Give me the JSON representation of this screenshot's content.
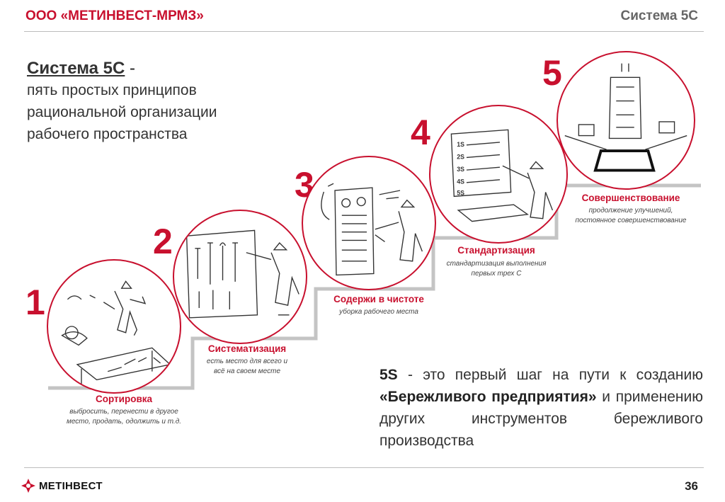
{
  "header": {
    "company": "ООО «МЕТИНВЕСТ-МРМЗ»",
    "section": "Система 5С"
  },
  "intro": {
    "title": "Система 5С",
    "dash": " -",
    "lines": [
      "пять простых принципов",
      "рациональной организации",
      "рабочего пространства"
    ]
  },
  "steps": [
    {
      "number": "1",
      "title": "Сортировка",
      "desc": [
        "выбросить, перенести в другое",
        "место, продать, одолжить и т.д."
      ]
    },
    {
      "number": "2",
      "title": "Систематизация",
      "desc": [
        "есть место для всего и",
        "всё на своем месте"
      ]
    },
    {
      "number": "3",
      "title": "Содержи в чистоте",
      "desc": [
        "уборка рабочего места"
      ]
    },
    {
      "number": "4",
      "title": "Стандартизация",
      "desc": [
        "стандартизация выполнения",
        "первых трех С"
      ]
    },
    {
      "number": "5",
      "title": "Совершенствование",
      "desc": [
        "продолжение улучшений,",
        "постоянное совершенствование"
      ]
    }
  ],
  "standard_board_labels": [
    "1S",
    "2S",
    "3S",
    "4S",
    "5S"
  ],
  "summary": {
    "lead": "5S",
    "text1": " - это первый шаг на пути к созданию ",
    "emph": "«Бережливого предприятия»",
    "text2": " и применению других инструментов бережливого производства"
  },
  "footer": {
    "logo_text": "МЕТІНВЕСТ",
    "page": "36"
  },
  "colors": {
    "accent": "#c8102e",
    "text": "#333333",
    "rule": "#bdbdbd"
  }
}
